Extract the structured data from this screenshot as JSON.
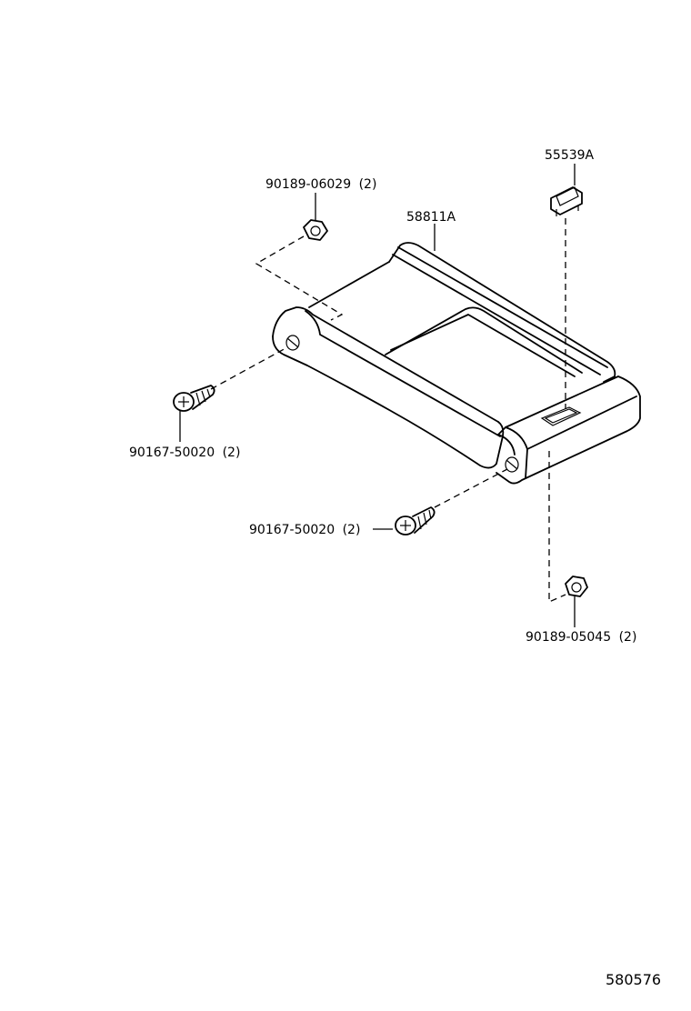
{
  "diagram_id": "580576",
  "parts": [
    {
      "number": "55539A"
    },
    {
      "number": "58811A"
    },
    {
      "number": "90189-06029",
      "qty": "(2)"
    },
    {
      "number": "90167-50020",
      "qty": "(2)"
    },
    {
      "number": "90167-50020",
      "qty": "(2)"
    },
    {
      "number": "90189-05045",
      "qty": "(2)"
    }
  ]
}
